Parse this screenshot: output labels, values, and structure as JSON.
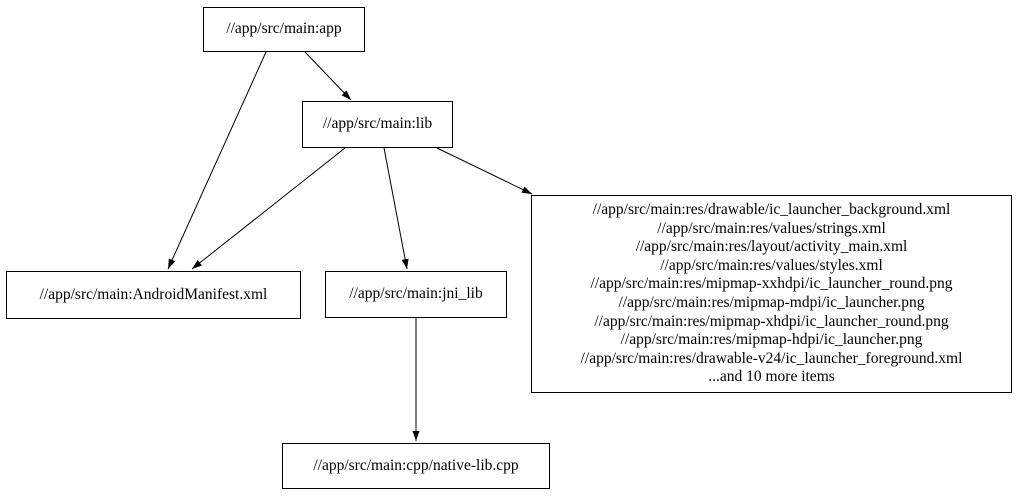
{
  "diagram": {
    "type": "dependency-graph",
    "colors": {
      "background": "#ffffff",
      "node_border": "#000000",
      "text": "#000000",
      "edge": "#000000"
    },
    "nodes": {
      "app": {
        "label": "//app/src/main:app"
      },
      "lib": {
        "label": "//app/src/main:lib"
      },
      "manifest": {
        "label": "//app/src/main:AndroidManifest.xml"
      },
      "jni_lib": {
        "label": "//app/src/main:jni_lib"
      },
      "res_group": {
        "lines": [
          "//app/src/main:res/drawable/ic_launcher_background.xml",
          "//app/src/main:res/values/strings.xml",
          "//app/src/main:res/layout/activity_main.xml",
          "//app/src/main:res/values/styles.xml",
          "//app/src/main:res/mipmap-xxhdpi/ic_launcher_round.png",
          "//app/src/main:res/mipmap-mdpi/ic_launcher.png",
          "//app/src/main:res/mipmap-xhdpi/ic_launcher_round.png",
          "//app/src/main:res/mipmap-hdpi/ic_launcher.png",
          "//app/src/main:res/drawable-v24/ic_launcher_foreground.xml",
          "...and 10 more items"
        ]
      },
      "native_lib": {
        "label": "//app/src/main:cpp/native-lib.cpp"
      }
    },
    "edges": [
      {
        "from": "app",
        "to": "manifest"
      },
      {
        "from": "app",
        "to": "lib"
      },
      {
        "from": "lib",
        "to": "manifest"
      },
      {
        "from": "lib",
        "to": "jni_lib"
      },
      {
        "from": "lib",
        "to": "res_group"
      },
      {
        "from": "jni_lib",
        "to": "native_lib"
      }
    ]
  }
}
